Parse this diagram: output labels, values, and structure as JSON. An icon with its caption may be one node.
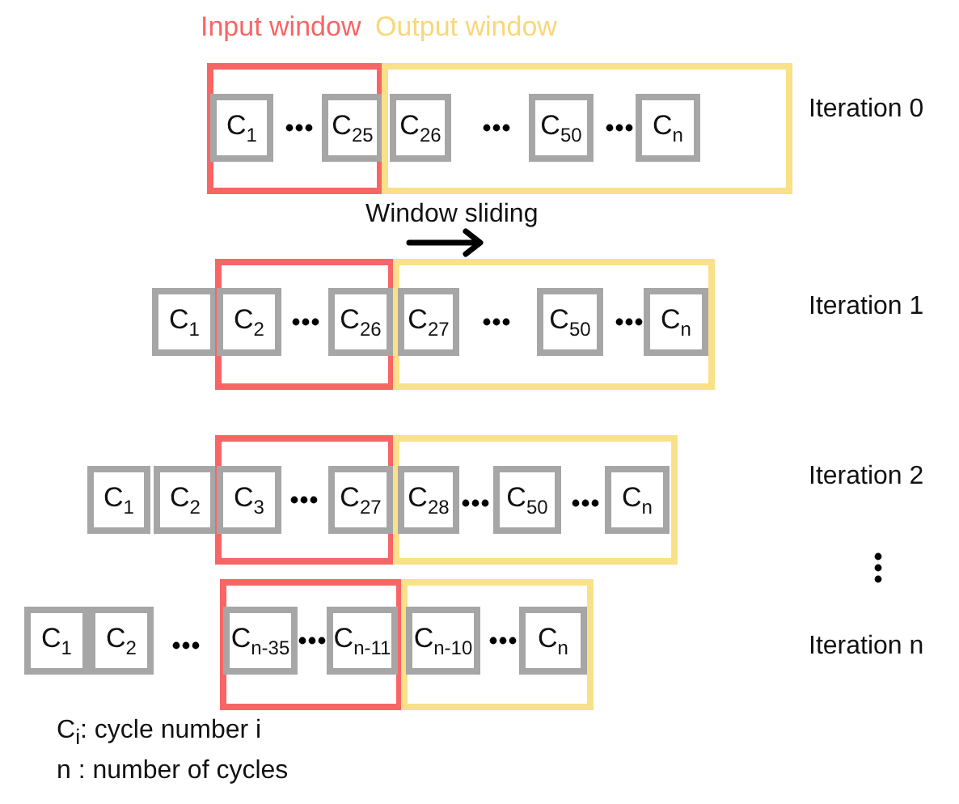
{
  "diagram": {
    "nodes": [
      {
        "text": [
          "Input window"
        ]
      },
      {
        "text": [
          "C$_{1}$"
        ],
        "in": 0
      },
      {
        "text": [
          "C$_{25}$"
        ],
        "in": 0
      },
      {
        "text": [
          "Output window"
        ]
      },
      {
        "text": [
          "C$_{26}$"
        ],
        "in": 3
      },
      {
        "text": [
          "C$_{50}$"
        ],
        "in": 3
      },
      {
        "text": [
          "C$_{n}$"
        ],
        "in": 3
      },
      {
        "text": [
          "C$_{1}$"
        ]
      },
      {
        "text": [],
        "shape": "box"
      },
      {
        "text": [
          "C$_{2}$"
        ],
        "in": 8
      },
      {
        "text": [
          "C$_{26}$"
        ],
        "in": 8
      },
      {
        "text": [],
        "shape": "box"
      },
      {
        "text": [
          "C$_{27}$"
        ],
        "in": 11
      },
      {
        "text": [
          "C$_{50}$"
        ],
        "in": 11
      },
      {
        "text": [
          "C$_{n}$"
        ],
        "in": 11
      },
      {
        "text": [
          "C$_{1}$"
        ]
      },
      {
        "text": [
          "C$_{2}$"
        ]
      },
      {
        "text": [],
        "shape": "box"
      },
      {
        "text": [
          "C$_{3}$"
        ],
        "in": 17
      },
      {
        "text": [
          "C$_{27}$"
        ],
        "in": 17
      },
      {
        "text": [],
        "shape": "box"
      },
      {
        "text": [
          "C$_{28}$"
        ],
        "in": 20
      },
      {
        "text": [
          "C$_{50}$"
        ],
        "in": 20
      },
      {
        "text": [
          "C$_{n}$"
        ],
        "in": 20
      },
      {
        "text": [
          "C$_{1}$"
        ]
      },
      {
        "text": [
          "C$_{2}$"
        ]
      },
      {
        "text": [],
        "shape": "box"
      },
      {
        "text": [
          "C$_{n-35}$"
        ],
        "in": 26
      },
      {
        "text": [
          "C$_{n-11}$"
        ],
        "in": 26
      },
      {
        "text": [],
        "shape": "box"
      },
      {
        "text": [
          "C$_{n-10}$"
        ],
        "in": 29
      },
      {
        "text": [
          "C$_{n}$"
        ],
        "in": 29
      }
    ],
    "edges": [],
    "labels": [
      "Iteration 0",
      "Window sliding",
      "Iteration 1",
      "Iteration 2",
      "Iteration n",
      "C$_{i}$: cycle number i",
      "n : number of cycles"
    ]
  }
}
